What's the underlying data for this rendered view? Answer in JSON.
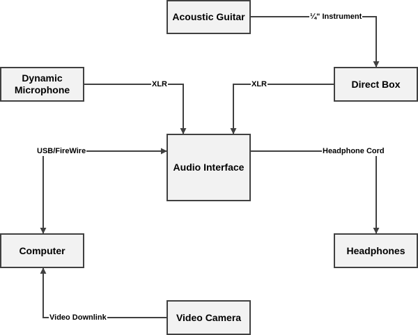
{
  "nodes": {
    "acoustic_guitar": "Acoustic Guitar",
    "dynamic_microphone": "Dynamic Microphone",
    "direct_box": "Direct Box",
    "audio_interface": "Audio Interface",
    "computer": "Computer",
    "headphones": "Headphones",
    "video_camera": "Video Camera"
  },
  "edges": {
    "guitar_to_direct_box": "¼\" Instrument",
    "mic_to_interface": "XLR",
    "direct_box_to_interface": "XLR",
    "computer_interface": "USB/FireWire",
    "interface_to_headphones": "Headphone Cord",
    "camera_to_computer": "Video Downlink"
  },
  "colors": {
    "node_fill": "#f2f2f2",
    "node_border": "#404040",
    "connector": "#404040"
  }
}
